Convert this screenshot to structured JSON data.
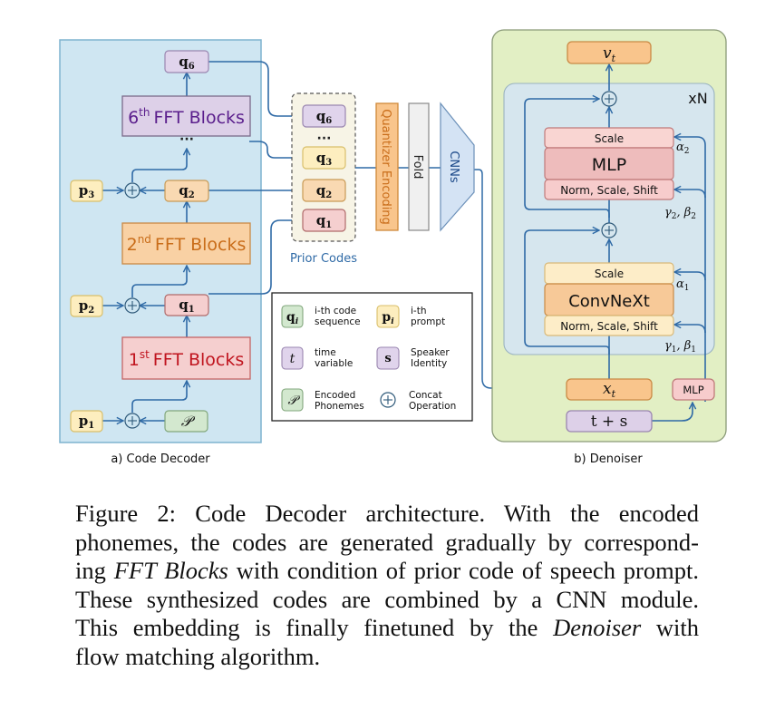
{
  "figure": {
    "number": "Figure 2",
    "colors": {
      "line_blue": "#2f6aa6",
      "code_decoder_bg": "#cfe6f2",
      "denoiser_bg": "#e2efc4",
      "inner_block_bg": "#d6e6ee",
      "purple_fill": "#e0d4ec",
      "orange_fill": "#f9d1a4",
      "red_fill": "#f5cfcf",
      "yellow_fill": "#fdeebf",
      "green_fill": "#d3e8cf",
      "fold_fill": "#f0f0f0",
      "cnn_fill": "#d4e3f4"
    },
    "code_decoder": {
      "label": "a) Code Decoder",
      "blocks": [
        {
          "sup_base": "6",
          "sup": "th",
          "text": "FFT Blocks",
          "color": "#5a1e8c"
        },
        {
          "sup_base": "2",
          "sup": "nd",
          "text": "FFT Blocks",
          "color": "#c96d1a"
        },
        {
          "sup_base": "1",
          "sup": "st",
          "text": "FFT Blocks",
          "color": "#c0141e"
        }
      ],
      "codes": {
        "q6": {
          "base": "q",
          "sub": "6"
        },
        "q2": {
          "base": "q",
          "sub": "2"
        },
        "q1": {
          "base": "q",
          "sub": "1"
        }
      },
      "prompts": {
        "p3": {
          "base": "p",
          "sub": "3"
        },
        "p2": {
          "base": "p",
          "sub": "2"
        },
        "p1": {
          "base": "p",
          "sub": "1"
        }
      },
      "phoneme": "𝒫",
      "ellipsis": "···",
      "concat": "+"
    },
    "prior_codes": {
      "label": "Prior Codes",
      "items": [
        {
          "base": "q",
          "sub": "6"
        },
        {
          "base": "q",
          "sub": "3"
        },
        {
          "base": "q",
          "sub": "2"
        },
        {
          "base": "q",
          "sub": "1"
        }
      ],
      "ellipsis": "···"
    },
    "pipeline": {
      "quantizer": "Quantizer Encoding",
      "fold": "Fold",
      "cnns": "CNNs"
    },
    "legend": {
      "items": [
        {
          "icon_base": "q",
          "icon_sub": "i",
          "line1": "i-th code",
          "line2": "sequence"
        },
        {
          "icon_base": "p",
          "icon_sub": "i",
          "line1": "i-th",
          "line2": "prompt"
        },
        {
          "icon": "t",
          "line1": "time",
          "line2": "variable"
        },
        {
          "icon": "s",
          "line1": "Speaker",
          "line2": "Identity"
        },
        {
          "icon": "𝒫",
          "line1": "Encoded",
          "line2": "Phonemes"
        },
        {
          "icon": "+",
          "line1": "Concat",
          "line2": "Operation"
        }
      ]
    },
    "denoiser": {
      "label": "b) Denoiser",
      "output": {
        "base": "v",
        "sub": "t"
      },
      "repeat": "xN",
      "mlp_block": {
        "top": "Scale",
        "mid": "MLP",
        "bottom": "Norm, Scale, Shift"
      },
      "conv_block": {
        "top": "Scale",
        "mid": "ConvNeXt",
        "bottom": "Norm, Scale, Shift"
      },
      "alpha2": {
        "base": "α",
        "sub": "2"
      },
      "gamma2_beta2": {
        "g": "γ",
        "gs": "2",
        "b": "β",
        "bs": "2"
      },
      "alpha1": {
        "base": "α",
        "sub": "1"
      },
      "gamma1_beta1": {
        "g": "γ",
        "gs": "1",
        "b": "β",
        "bs": "1"
      },
      "input": {
        "base": "x",
        "sub": "t"
      },
      "cond": "t + s",
      "cond_mlp": "MLP",
      "concat": "+"
    },
    "caption": {
      "lines": [
        [
          {
            "t": "Figure 2: Code Decoder architecture. With the encoded"
          }
        ],
        [
          {
            "t": "phonemes, the codes are generated gradually by correspond-"
          }
        ],
        [
          {
            "t": "ing "
          },
          {
            "t": "FFT Blocks",
            "i": true
          },
          {
            "t": " with condition of prior code of speech prompt."
          }
        ],
        [
          {
            "t": "These synthesized codes are combined by a CNN module."
          }
        ],
        [
          {
            "t": "This embedding is finally finetuned by the "
          },
          {
            "t": "Denoiser",
            "i": true
          },
          {
            "t": " with"
          }
        ],
        [
          {
            "t": "flow matching algorithm."
          }
        ]
      ]
    }
  }
}
